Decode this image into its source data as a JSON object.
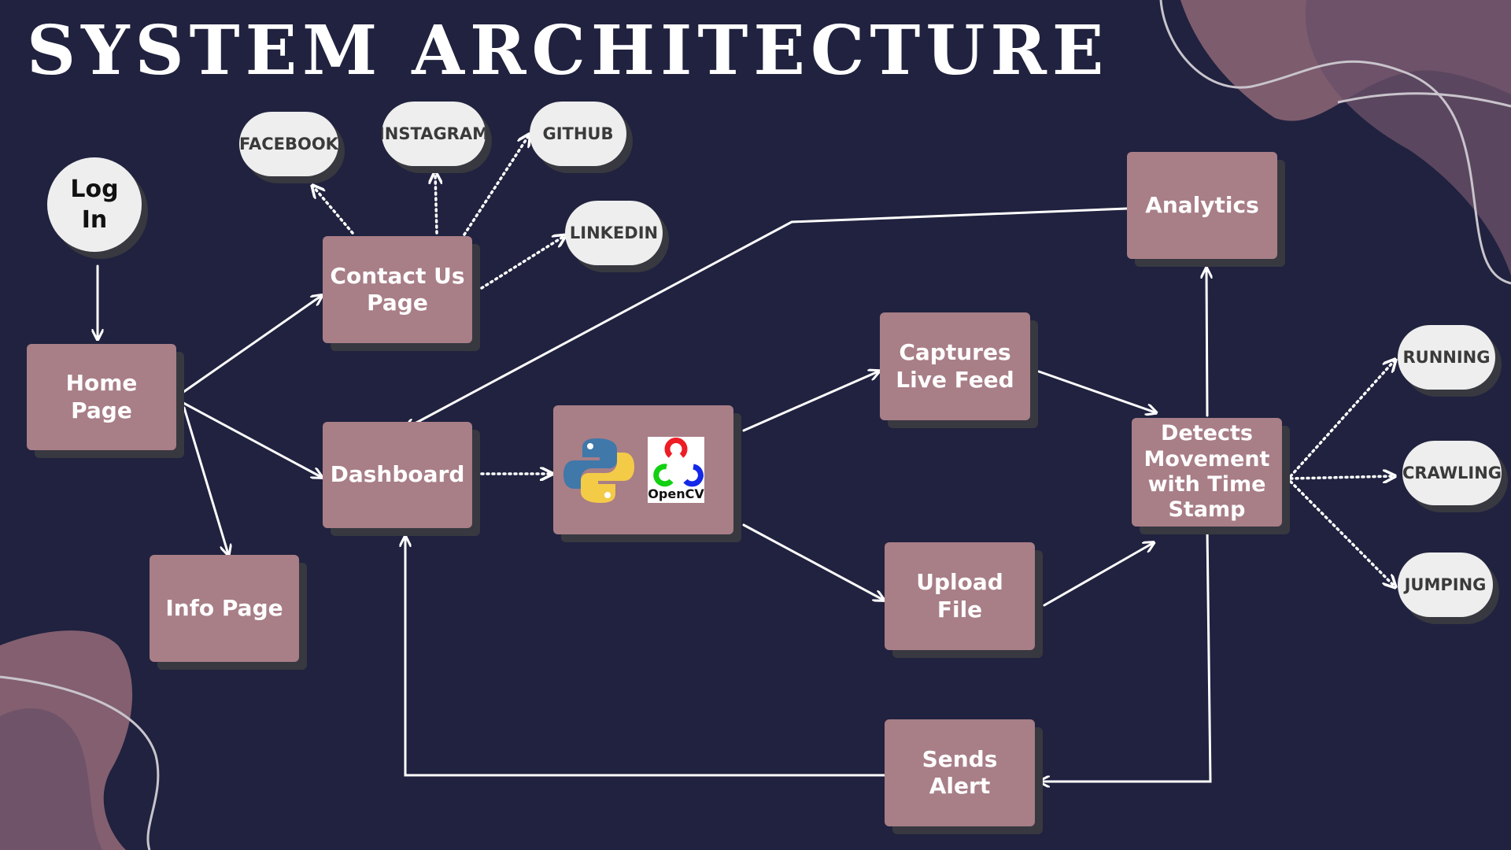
{
  "title": "SYSTEM ARCHITECTURE",
  "colors": {
    "background": "#20223f",
    "box": "#a87e87",
    "pill": "#eeeeee",
    "edge": "#ffffff"
  },
  "nodes": {
    "login": "Log\nIn",
    "home": "Home Page",
    "contact": "Contact Us\nPage",
    "dashboard": "Dashboard",
    "info": "Info Page",
    "facebook": "FACEBOOK",
    "instagram": "INSTAGRAM",
    "github": "GITHUB",
    "linkedin": "LINKEDIN",
    "captures": "Captures\nLive Feed",
    "upload": "Upload File",
    "detects": "Detects\nMovement\nwith Time\nStamp",
    "analytics": "Analytics",
    "sends_alert": "Sends Alert",
    "running": "RUNNING",
    "crawling": "CRAWLING",
    "jumping": "JUMPING"
  },
  "logos": {
    "python": "python-logo-icon",
    "opencv": "opencv-logo-icon",
    "opencv_label": "OpenCV"
  },
  "edges": [
    {
      "from": "login",
      "to": "home",
      "style": "solid"
    },
    {
      "from": "home",
      "to": "contact",
      "style": "solid"
    },
    {
      "from": "home",
      "to": "dashboard",
      "style": "solid"
    },
    {
      "from": "home",
      "to": "info",
      "style": "solid"
    },
    {
      "from": "contact",
      "to": "facebook",
      "style": "dotted"
    },
    {
      "from": "contact",
      "to": "instagram",
      "style": "dotted"
    },
    {
      "from": "contact",
      "to": "github",
      "style": "dotted"
    },
    {
      "from": "contact",
      "to": "linkedin",
      "style": "dotted"
    },
    {
      "from": "dashboard",
      "to": "tools",
      "style": "dotted"
    },
    {
      "from": "tools",
      "to": "captures",
      "style": "solid"
    },
    {
      "from": "tools",
      "to": "upload",
      "style": "solid"
    },
    {
      "from": "captures",
      "to": "detects",
      "style": "solid"
    },
    {
      "from": "upload",
      "to": "detects",
      "style": "solid"
    },
    {
      "from": "detects",
      "to": "analytics",
      "style": "solid"
    },
    {
      "from": "analytics",
      "to": "dashboard",
      "style": "solid"
    },
    {
      "from": "detects",
      "to": "sends_alert",
      "style": "solid"
    },
    {
      "from": "sends_alert",
      "to": "dashboard",
      "style": "solid"
    },
    {
      "from": "detects",
      "to": "running",
      "style": "dotted"
    },
    {
      "from": "detects",
      "to": "crawling",
      "style": "dotted"
    },
    {
      "from": "detects",
      "to": "jumping",
      "style": "dotted"
    }
  ]
}
